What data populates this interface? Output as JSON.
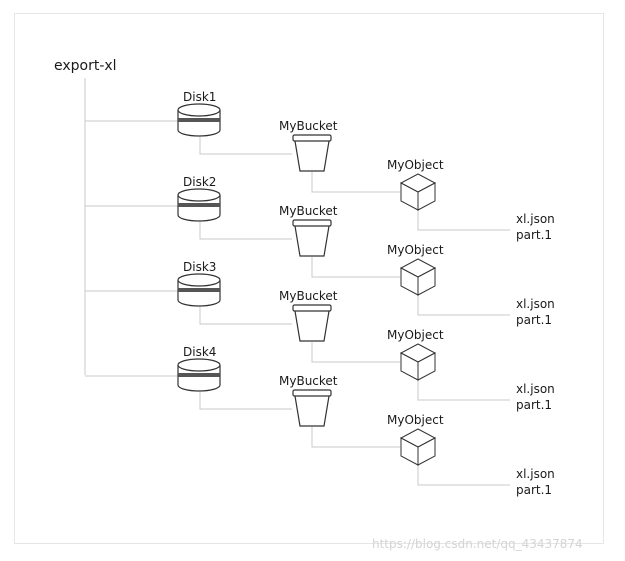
{
  "root": "export-xl",
  "disks": [
    {
      "disk": "Disk1",
      "bucket": "MyBucket",
      "object": "MyObject",
      "files": [
        "xl.json",
        "part.1"
      ]
    },
    {
      "disk": "Disk2",
      "bucket": "MyBucket",
      "object": "MyObject",
      "files": [
        "xl.json",
        "part.1"
      ]
    },
    {
      "disk": "Disk3",
      "bucket": "MyBucket",
      "object": "MyObject",
      "files": [
        "xl.json",
        "part.1"
      ]
    },
    {
      "disk": "Disk4",
      "bucket": "MyBucket",
      "object": "MyObject",
      "files": [
        "xl.json",
        "part.1"
      ]
    }
  ],
  "watermark": "https://blog.csdn.net/qq_43437874",
  "colors": {
    "line": "#c8c8c8",
    "icon_stroke": "#333333",
    "disk_band": "#555555",
    "text": "#1a1a1a"
  }
}
